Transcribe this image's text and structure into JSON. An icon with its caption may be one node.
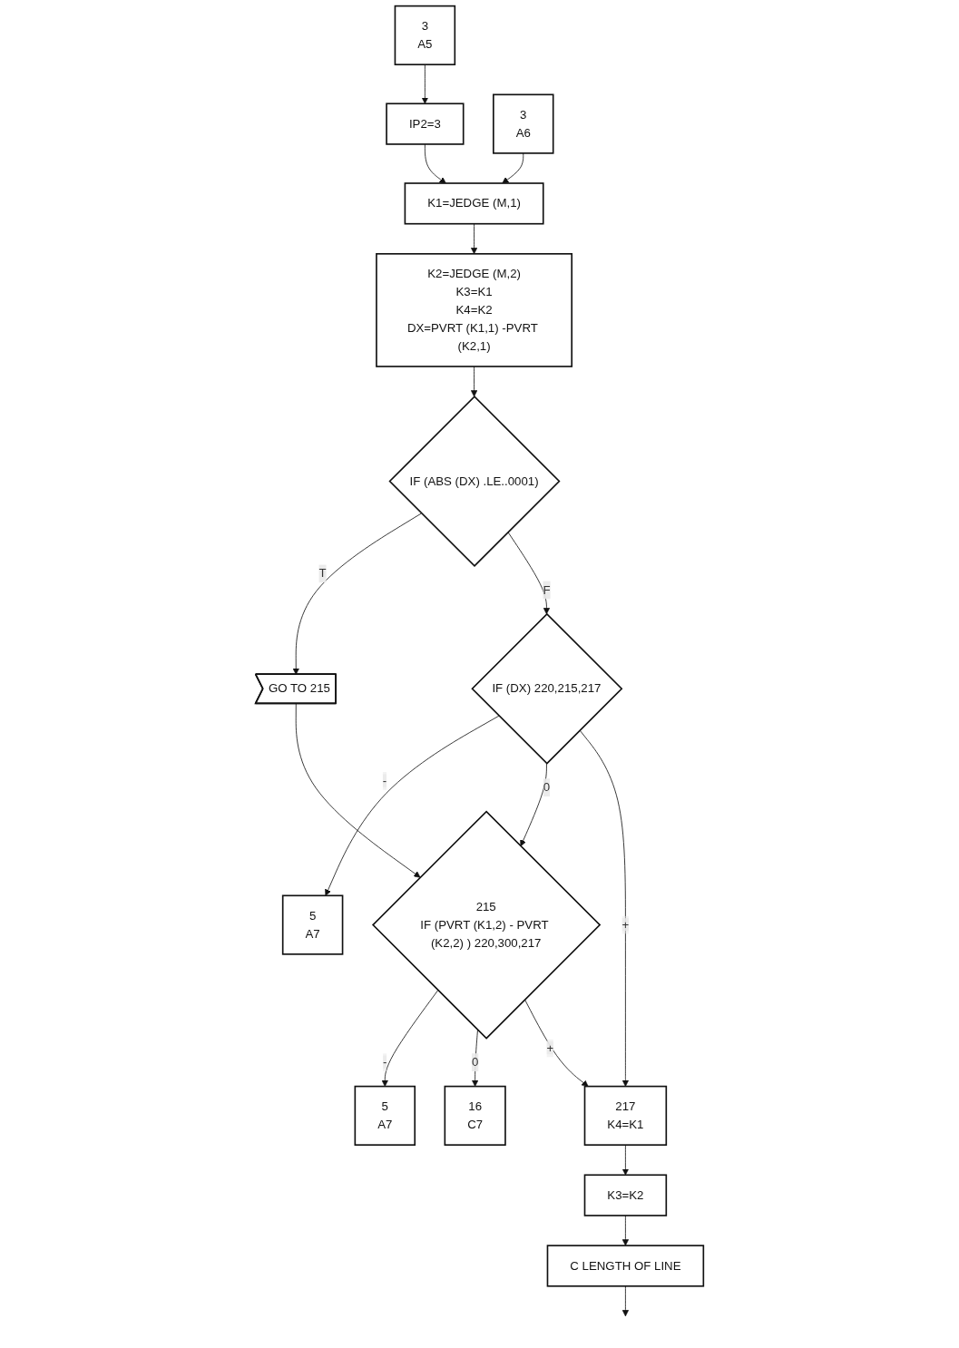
{
  "diagram": {
    "nodes": [
      {
        "text": [
          "3",
          "A5"
        ]
      },
      {
        "text": [
          "IP2=3"
        ]
      },
      {
        "text": [
          "3",
          "A6"
        ]
      },
      {
        "text": [
          "K1=JEDGE (M,1)"
        ]
      },
      {
        "text": [
          "K2=JEDGE (M,2)",
          "K3=K1",
          "K4=K2",
          "DX=PVRT (K1,1) -PVRT (K2,1)"
        ]
      },
      {
        "text": [
          "IF (ABS (DX) .LE..0001)"
        ]
      },
      {
        "text": [
          "GO TO 215"
        ]
      },
      {
        "text": [
          "IF (DX) 220,215,217"
        ]
      },
      {
        "text": [
          "5",
          "A7"
        ]
      },
      {
        "text": [
          "215",
          "IF (PVRT (K1,2) - PVRT (K2,2) ) 220,300,217"
        ]
      },
      {
        "text": [
          "5",
          "A7"
        ]
      },
      {
        "text": [
          "16",
          "C7"
        ]
      },
      {
        "text": [
          "217",
          "K4=K1"
        ]
      },
      {
        "text": [
          "K3=K2"
        ]
      },
      {
        "text": [
          "C LENGTH OF LINE"
        ]
      }
    ],
    "edges": [
      {
        "from": 0,
        "to": 1,
        "arrow": "to"
      },
      {
        "from": 1,
        "to": 3,
        "arrow": "to"
      },
      {
        "from": 2,
        "to": 3,
        "arrow": "to"
      },
      {
        "from": 3,
        "to": 4,
        "arrow": "to"
      },
      {
        "from": 4,
        "to": 5,
        "arrow": "to"
      },
      {
        "from": 5,
        "to": 6,
        "arrow": "to",
        "label": "T"
      },
      {
        "from": 5,
        "to": 7,
        "arrow": "to",
        "label": "F"
      },
      {
        "from": 6,
        "to": 9,
        "arrow": "to"
      },
      {
        "from": 7,
        "to": 8,
        "arrow": "to",
        "label": "-"
      },
      {
        "from": 7,
        "to": 9,
        "arrow": "to",
        "label": "0"
      },
      {
        "from": 7,
        "to": 12,
        "arrow": "to",
        "label": "+"
      },
      {
        "from": 9,
        "to": 10,
        "arrow": "to",
        "label": "-"
      },
      {
        "from": 9,
        "to": 11,
        "arrow": "to",
        "label": "0"
      },
      {
        "from": 9,
        "to": 12,
        "arrow": "to",
        "label": "+"
      },
      {
        "from": 12,
        "to": 13,
        "arrow": "to"
      },
      {
        "from": 13,
        "to": 14,
        "arrow": "to"
      },
      {
        "from": 14,
        "to": null,
        "arrow": "to"
      }
    ]
  }
}
